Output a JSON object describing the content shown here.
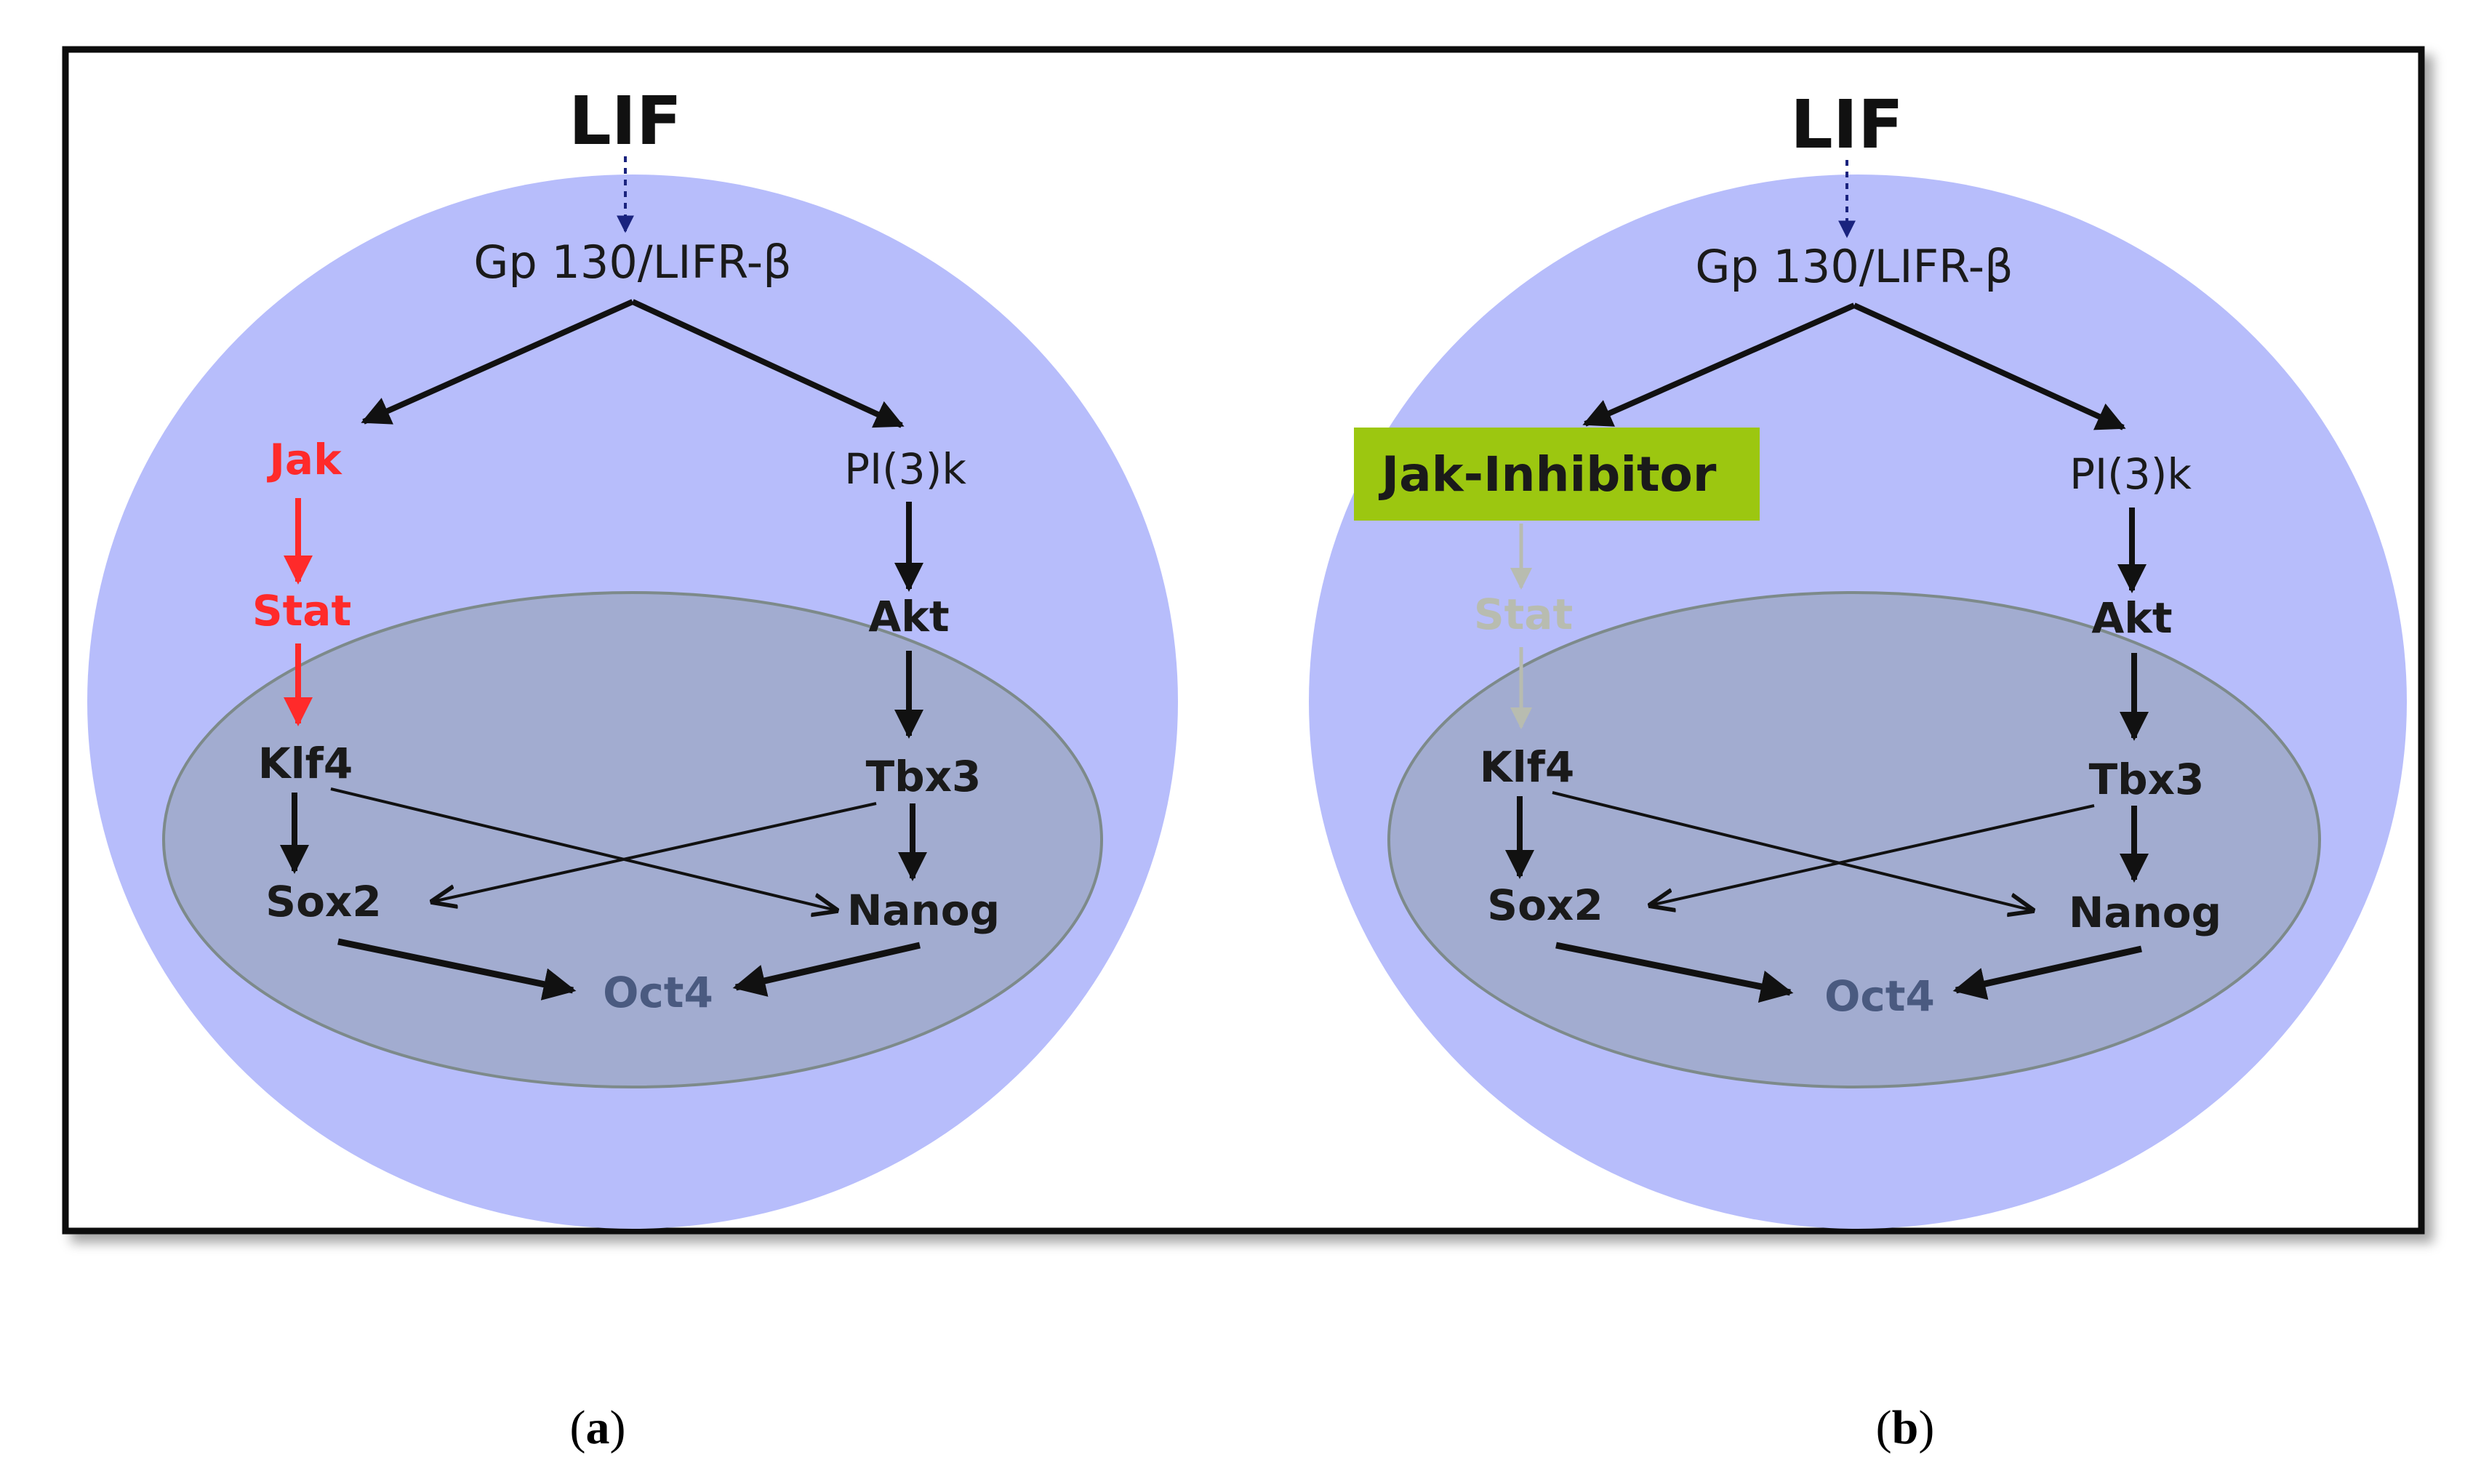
{
  "colors": {
    "cell": "#b7bdfb",
    "nucleus": "#a2acd0",
    "nucleus_border": "#7d8a8a",
    "arrow": "#111111",
    "lif_arrow": "#1a237e",
    "active_path": "#ff2a2a",
    "inhibited_path": "#b8bcb0",
    "inhibitor_box": "#9cc710",
    "oct4_text": "#4a5a80"
  },
  "panels": [
    {
      "ligand": "LIF",
      "receptor": "Gp 130/LIFR-β",
      "jak": "Jak",
      "stat": "Stat",
      "pi3k": "PI(3)k",
      "akt": "Akt",
      "klf4": "Klf4",
      "tbx3": "Tbx3",
      "sox2": "Sox2",
      "nanog": "Nanog",
      "oct4": "Oct4",
      "label_open": "(",
      "label_letter": "a",
      "label_close": ")"
    },
    {
      "ligand": "LIF",
      "receptor": "Gp 130/LIFR-β",
      "inhibitor": "Jak-Inhibitor",
      "stat": "Stat",
      "pi3k": "PI(3)k",
      "akt": "Akt",
      "klf4": "Klf4",
      "tbx3": "Tbx3",
      "sox2": "Sox2",
      "nanog": "Nanog",
      "oct4": "Oct4",
      "label_open": "(",
      "label_letter": "b",
      "label_close": ")"
    }
  ]
}
